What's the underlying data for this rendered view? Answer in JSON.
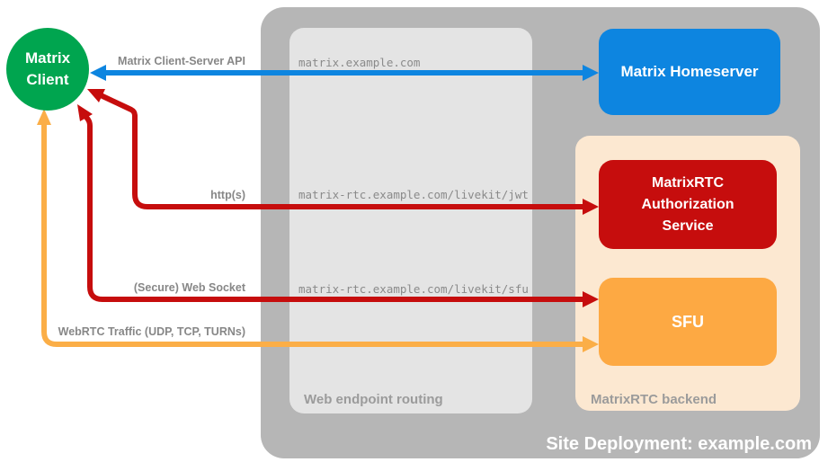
{
  "diagram": {
    "nodes": {
      "client": {
        "label": "Matrix\nClient",
        "color": "#00a54f"
      },
      "homeserver": {
        "label": "Matrix Homeserver",
        "color": "#0d85e0"
      },
      "auth_service": {
        "label": "MatrixRTC\nAuthorization\nService",
        "color": "#c60d0d"
      },
      "sfu": {
        "label": "SFU",
        "color": "#fda943"
      }
    },
    "containers": {
      "site": {
        "label": "Site Deployment: example.com",
        "color": "#b6b6b6"
      },
      "routing": {
        "label": "Web endpoint routing",
        "color": "#e4e4e4"
      },
      "backend": {
        "label": "MatrixRTC backend",
        "color": "#fce8d1"
      }
    },
    "edges": [
      {
        "name": "matrix-client-server-api",
        "label": "Matrix Client-Server API",
        "route": "matrix.example.com",
        "color": "#0d85e0"
      },
      {
        "name": "https",
        "label": "http(s)",
        "route": "matrix-rtc.example.com/livekit/jwt",
        "color": "#c60d0d"
      },
      {
        "name": "secure-web-socket",
        "label": "(Secure) Web Socket",
        "route": "matrix-rtc.example.com/livekit/sfu",
        "color": "#c60d0d"
      },
      {
        "name": "webrtc-traffic",
        "label": "WebRTC Traffic (UDP, TCP, TURNs)",
        "route": "",
        "color": "#fbae47"
      }
    ]
  }
}
